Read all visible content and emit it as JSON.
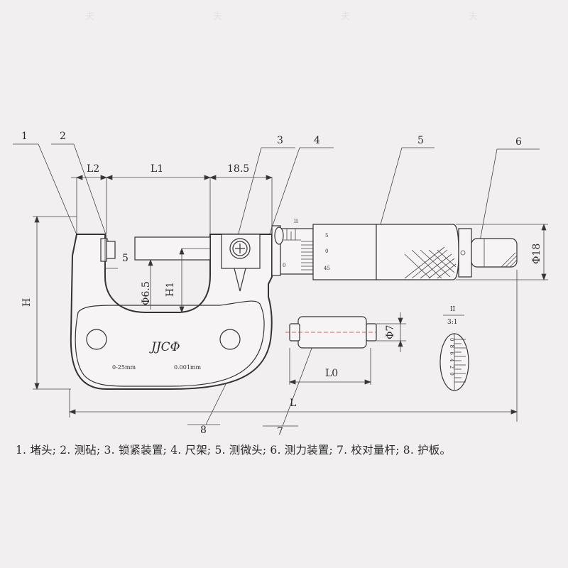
{
  "labels": {
    "part1": "1",
    "part2": "2",
    "part3": "3",
    "part4": "4",
    "part5": "5",
    "part6": "6",
    "part7": "7",
    "part8": "8"
  },
  "dimensions": {
    "L2": "L2",
    "L1": "L1",
    "d18_5": "18.5",
    "H": "H",
    "H1": "H1",
    "phi6_5": "Φ6.5",
    "five": "5",
    "phi18": "Φ18",
    "phi7": "Φ7",
    "L0": "L0",
    "L": "L"
  },
  "frame_text": {
    "brand": "JJCΦ",
    "range": "0-25mm",
    "resolution": "0.001mm"
  },
  "scale_marks": {
    "sleeve_5": "5",
    "sleeve_0": "0",
    "sleeve_45": "45",
    "sleeve_0b": "0",
    "sleeve_ii": "II"
  },
  "detail": {
    "label_top": "II",
    "ratio": "3:1",
    "digits": "0 8 6 4 2 0"
  },
  "caption": "1. 堵头; 2. 测砧; 3. 锁紧装置; 4. 尺架; 5. 测微头; 6. 测力装置; 7. 校对量杆; 8. 护板。"
}
